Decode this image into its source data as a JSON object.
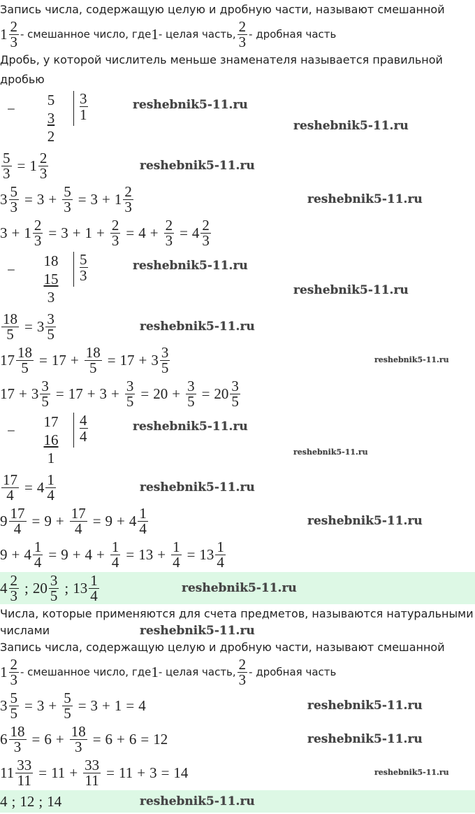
{
  "watermark": "reshebnik5-11.ru",
  "texts": {
    "t1": "Запись числа, содержащую целую и дробную части, называют смешанной",
    "t2": "Дробь, у которой числитель меньше знаменателя называется правильной",
    "t3": "дробью",
    "t4": "Числа, которые применяются для счета предметов, называются натуральными",
    "t5": "числами",
    "t6": "Запись числа, содержащую целую и дробную части, называют смешанной"
  },
  "math": {
    "m1": [
      "1",
      {
        "n": "2",
        "d": "3"
      },
      {
        "t": " - смешанное число, где "
      },
      "1",
      {
        "t": " - целая часть, "
      },
      {
        "n": "2",
        "d": "3"
      },
      {
        "t": " - дробная часть"
      }
    ],
    "m2": [
      {
        "n": "5",
        "d": "3"
      },
      "=",
      "1",
      {
        "n": "2",
        "d": "3"
      }
    ],
    "m3": [
      "3",
      {
        "n": "5",
        "d": "3"
      },
      "=",
      "3",
      "+",
      {
        "n": "5",
        "d": "3"
      },
      "=",
      "3",
      "+",
      "1",
      {
        "n": "2",
        "d": "3"
      }
    ],
    "m4": [
      "3",
      "+",
      "1",
      {
        "n": "2",
        "d": "3"
      },
      "=",
      "3",
      "+",
      "1",
      "+",
      {
        "n": "2",
        "d": "3"
      },
      "=",
      "4",
      "+",
      {
        "n": "2",
        "d": "3"
      },
      "=",
      "4",
      {
        "n": "2",
        "d": "3"
      }
    ],
    "m5": [
      {
        "n": "18",
        "d": "5"
      },
      "=",
      "3",
      {
        "n": "3",
        "d": "5"
      }
    ],
    "m6": [
      "17",
      {
        "n": "18",
        "d": "5"
      },
      "=",
      "17",
      "+",
      {
        "n": "18",
        "d": "5"
      },
      "=",
      "17",
      "+",
      "3",
      {
        "n": "3",
        "d": "5"
      }
    ],
    "m7": [
      "17",
      "+",
      "3",
      {
        "n": "3",
        "d": "5"
      },
      "=",
      "17",
      "+",
      "3",
      "+",
      {
        "n": "3",
        "d": "5"
      },
      "=",
      "20",
      "+",
      {
        "n": "3",
        "d": "5"
      },
      "=",
      "20",
      {
        "n": "3",
        "d": "5"
      }
    ],
    "m8": [
      {
        "n": "17",
        "d": "4"
      },
      "=",
      "4",
      {
        "n": "1",
        "d": "4"
      }
    ],
    "m9": [
      "9",
      {
        "n": "17",
        "d": "4"
      },
      "=",
      "9",
      "+",
      {
        "n": "17",
        "d": "4"
      },
      "=",
      "9",
      "+",
      "4",
      {
        "n": "1",
        "d": "4"
      }
    ],
    "m10": [
      "9",
      "+",
      "4",
      {
        "n": "1",
        "d": "4"
      },
      "=",
      "9",
      "+",
      "4",
      "+",
      {
        "n": "1",
        "d": "4"
      },
      "=",
      "13",
      "+",
      {
        "n": "1",
        "d": "4"
      },
      "=",
      "13",
      {
        "n": "1",
        "d": "4"
      }
    ],
    "a1": [
      "4",
      {
        "n": "2",
        "d": "3"
      },
      ";",
      "20",
      {
        "n": "3",
        "d": "5"
      },
      ";",
      "13",
      {
        "n": "1",
        "d": "4"
      }
    ],
    "m11": [
      "1",
      {
        "n": "2",
        "d": "3"
      },
      {
        "t": " - смешанное число, где "
      },
      "1",
      {
        "t": " - целая часть, "
      },
      {
        "n": "2",
        "d": "3"
      },
      {
        "t": " - дробная часть"
      }
    ],
    "m12": [
      "3",
      {
        "n": "5",
        "d": "5"
      },
      "=",
      "3",
      "+",
      {
        "n": "5",
        "d": "5"
      },
      "=",
      "3",
      "+",
      "1",
      "=",
      "4"
    ],
    "m13": [
      "6",
      {
        "n": "18",
        "d": "3"
      },
      "=",
      "6",
      "+",
      {
        "n": "18",
        "d": "3"
      },
      "=",
      "6",
      "+",
      "6",
      "=",
      "12"
    ],
    "m14": [
      "11",
      {
        "n": "33",
        "d": "11"
      },
      "=",
      "11",
      "+",
      {
        "n": "33",
        "d": "11"
      },
      "=",
      "11",
      "+",
      "3",
      "=",
      "14"
    ],
    "a2": [
      "4",
      ";",
      "12",
      ";",
      "14"
    ]
  },
  "divisions": {
    "d1": {
      "sign": "−",
      "dividend": "5",
      "subtrahend": "3",
      "remainder": "2",
      "q_top": "3",
      "q_bottom": "1"
    },
    "d2": {
      "sign": "−",
      "dividend": "18",
      "subtrahend": "15",
      "remainder": "3",
      "q_top": "5",
      "q_bottom": "3"
    },
    "d3": {
      "sign": "−",
      "dividend": "17",
      "subtrahend": "16",
      "remainder": "1",
      "q_top": "4",
      "q_bottom": "4"
    }
  }
}
